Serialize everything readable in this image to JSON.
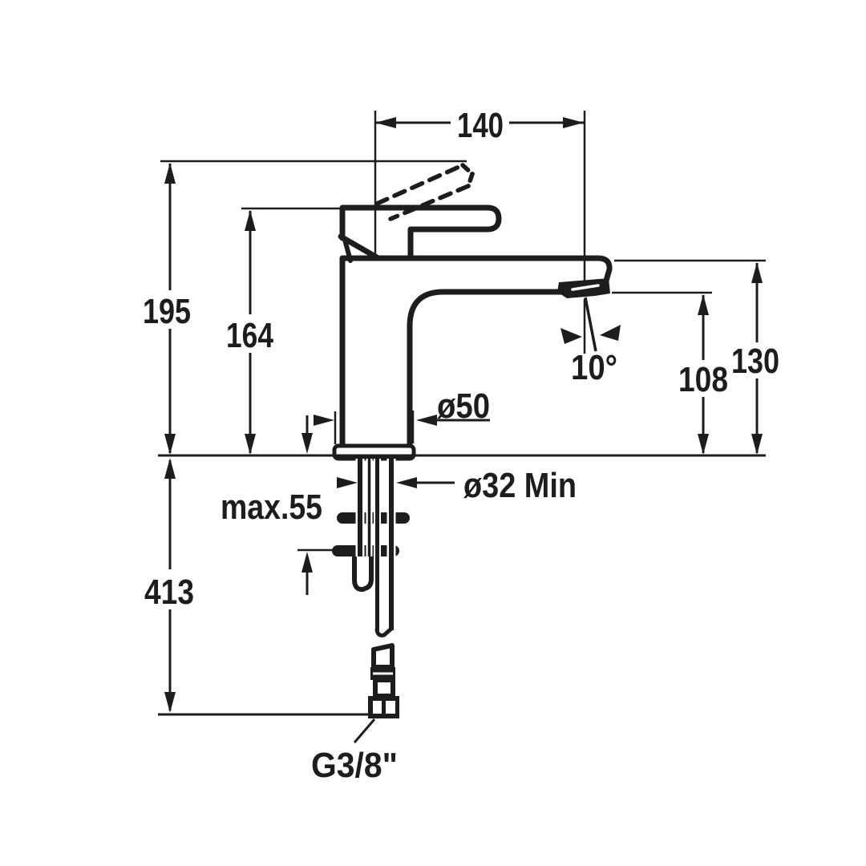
{
  "drawing": {
    "type": "faucet-installation-technical-drawing",
    "background_color": "#ffffff",
    "line_color": "#1d1d20",
    "labels": {
      "spout_reach": "140",
      "height_open_lever": "195",
      "height_body": "164",
      "height_spout_top": "130",
      "height_outlet": "108",
      "outlet_angle": "10°",
      "base_diameter": "ø50",
      "mounting_hole": "ø32 Min",
      "max_deck_thickness": "max.55",
      "below_deck_depth": "413",
      "supply_connection": "G3/8\""
    }
  }
}
